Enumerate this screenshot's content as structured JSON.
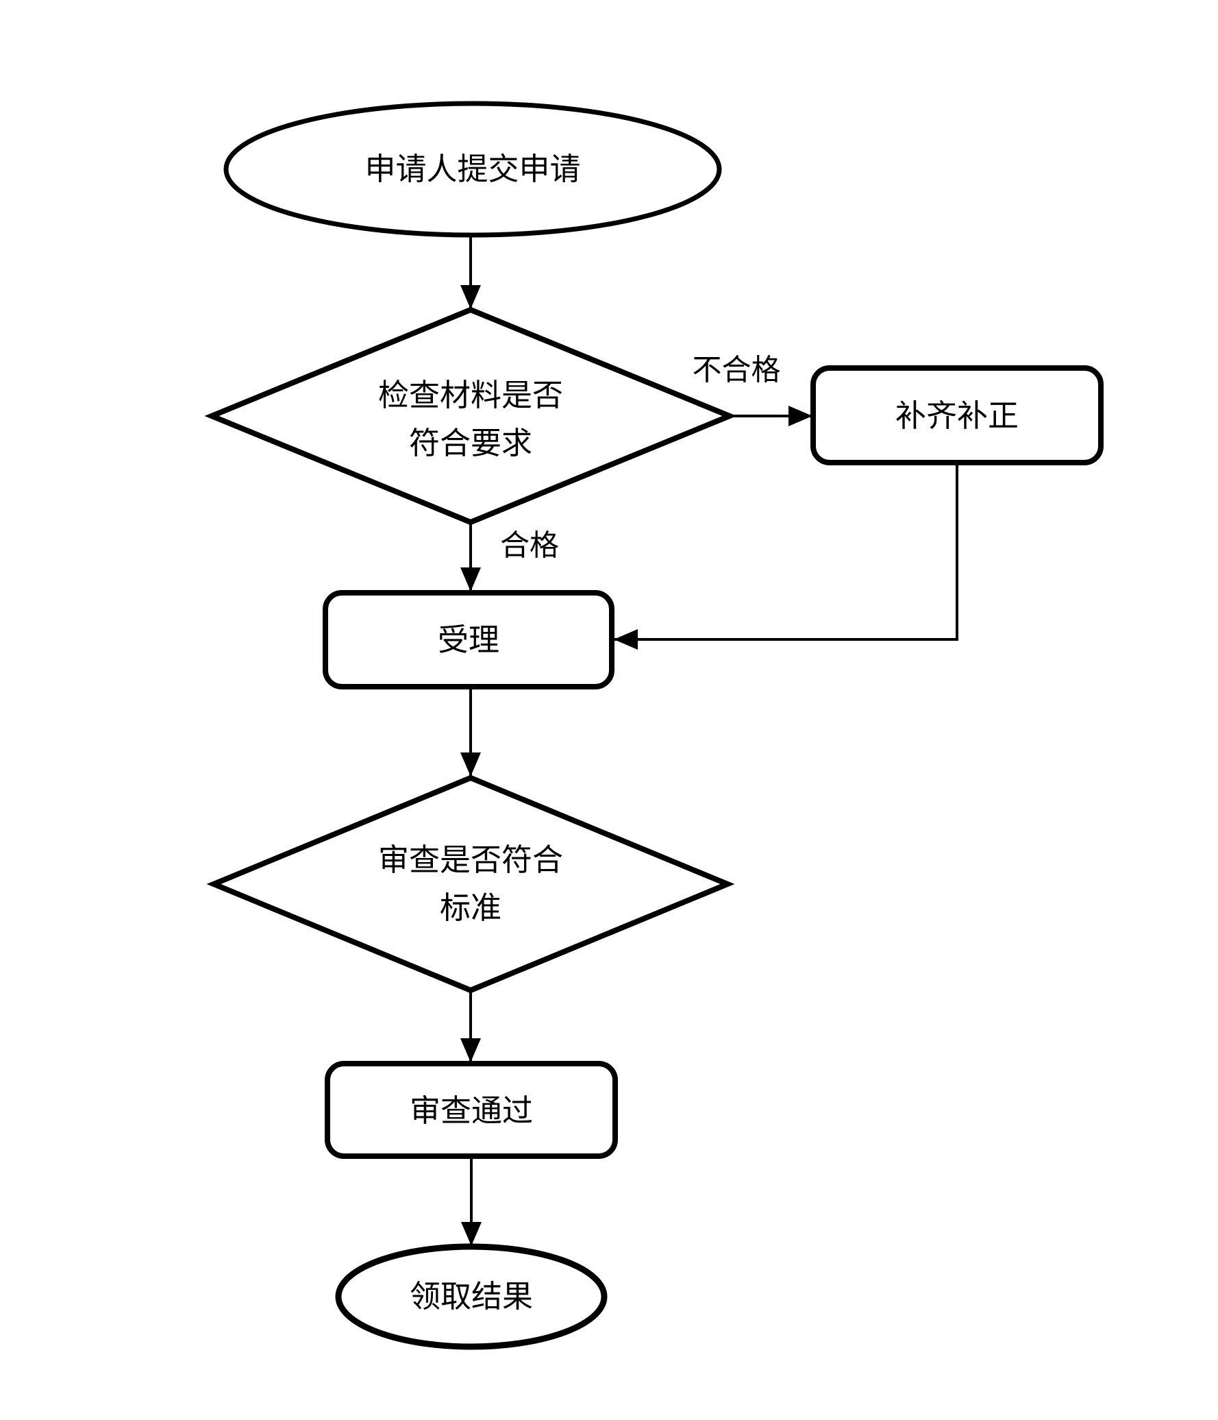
{
  "diagram": {
    "type": "flowchart",
    "colors": {
      "stroke": "#000000",
      "node_fill": "#ffffff",
      "background": "#ffffff"
    },
    "nodes": {
      "start": {
        "shape": "ellipse",
        "label": "申请人提交申请"
      },
      "check": {
        "shape": "diamond",
        "label_line1": "检查材料是否",
        "label_line2": "符合要求"
      },
      "supplement": {
        "shape": "rounded-rect",
        "label": "补齐补正"
      },
      "accept": {
        "shape": "rounded-rect",
        "label": "受理"
      },
      "review": {
        "shape": "diamond",
        "label_line1": "审查是否符合",
        "label_line2": "标准"
      },
      "passed": {
        "shape": "rounded-rect",
        "label": "审查通过"
      },
      "end": {
        "shape": "ellipse",
        "label": "领取结果"
      }
    },
    "edges": [
      {
        "from": "start",
        "to": "check",
        "label": ""
      },
      {
        "from": "check",
        "to": "supplement",
        "label": "不合格"
      },
      {
        "from": "check",
        "to": "accept",
        "label": "合格"
      },
      {
        "from": "supplement",
        "to": "accept",
        "label": ""
      },
      {
        "from": "accept",
        "to": "review",
        "label": ""
      },
      {
        "from": "review",
        "to": "passed",
        "label": ""
      },
      {
        "from": "passed",
        "to": "end",
        "label": ""
      }
    ]
  }
}
